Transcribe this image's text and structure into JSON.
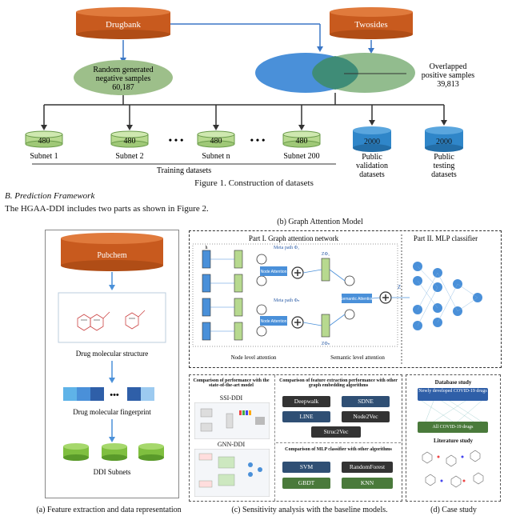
{
  "figure1": {
    "drugbank_label": "Drugbank",
    "twosides_label": "Twosides",
    "negative_label_1": "Random generated",
    "negative_label_2": "negative samples",
    "negative_count": "60,187",
    "overlap_label_1": "Overlapped",
    "overlap_label_2": "positive samples",
    "overlap_count": "39,813",
    "subset_value": "480",
    "subnets": [
      "Subnet 1",
      "Subnet 2",
      "Subnet n",
      "Subnet 200"
    ],
    "ellipsis": "• • •",
    "training_label": "Training datasets",
    "validation_value": "2000",
    "validation_label_1": "Public",
    "validation_label_2": "validation",
    "validation_label_3": "datasets",
    "testing_value": "2000",
    "testing_label_1": "Public",
    "testing_label_2": "testing",
    "testing_label_3": "datasets",
    "caption": "Figure 1. Construction of datasets"
  },
  "section_heading": "B.    Prediction Framework",
  "paragraph": "The HGAA-DDI includes two parts as shown in Figure 2.",
  "figure2": {
    "title_b": "(b) Graph Attention Model",
    "part1": "Part I. Graph attention network",
    "part2": "Part II. MLP classifier",
    "meta_path_1": "Meta path Φ₁",
    "meta_path_2": "Meta path Φₙ",
    "node_attention": "Node Attention",
    "semantic_attention": "Semantic Attention",
    "z_phi1": "ZΦ₁",
    "z_phin": "ZΦₙ",
    "z": "Z",
    "h_label": "h",
    "node_level": "Node level attention",
    "semantic_level": "Semantic level attention",
    "pubchem": "Pubchem",
    "drug_structure": "Drug molecular structure",
    "drug_fingerprint": "Drug molecular fingerprint",
    "ddi_subnets": "DDI Subnets",
    "c_left_title": "Comparison of performance with the state-of-the-art model",
    "ssi": "SSI-DDI",
    "gnn": "GNN-DDI",
    "c_mid_title": "Comparison of feature extraction performance with other graph embedding algorithms",
    "embed_algos": [
      "Deepwalk",
      "SDNE",
      "LINE",
      "Node2Vec",
      "Struc2Vec"
    ],
    "c_bottom_title": "Comparison of MLP classifier with other algorithms",
    "mlp_algos": [
      "SVM",
      "RandomForest",
      "GBDT",
      "KNN"
    ],
    "d_database": "Database study",
    "d_new_drugs": "Newly developed COVID-19 drugs",
    "d_all_drugs": "All COVID-19 drugs",
    "d_literature": "Literature study",
    "caption_a": "(a) Feature extraction and data representation",
    "caption_c": "(c) Sensitivity analysis with the baseline models.",
    "caption_d": "(d) Case study"
  },
  "colors": {
    "orange": "#c85a1e",
    "green_ellipse": "#9dbf8a",
    "blue": "#4a90d9",
    "teal_overlap": "#3f8c77",
    "cylinder_green": "#b7d98f",
    "cylinder_blue": "#2f86c9"
  }
}
